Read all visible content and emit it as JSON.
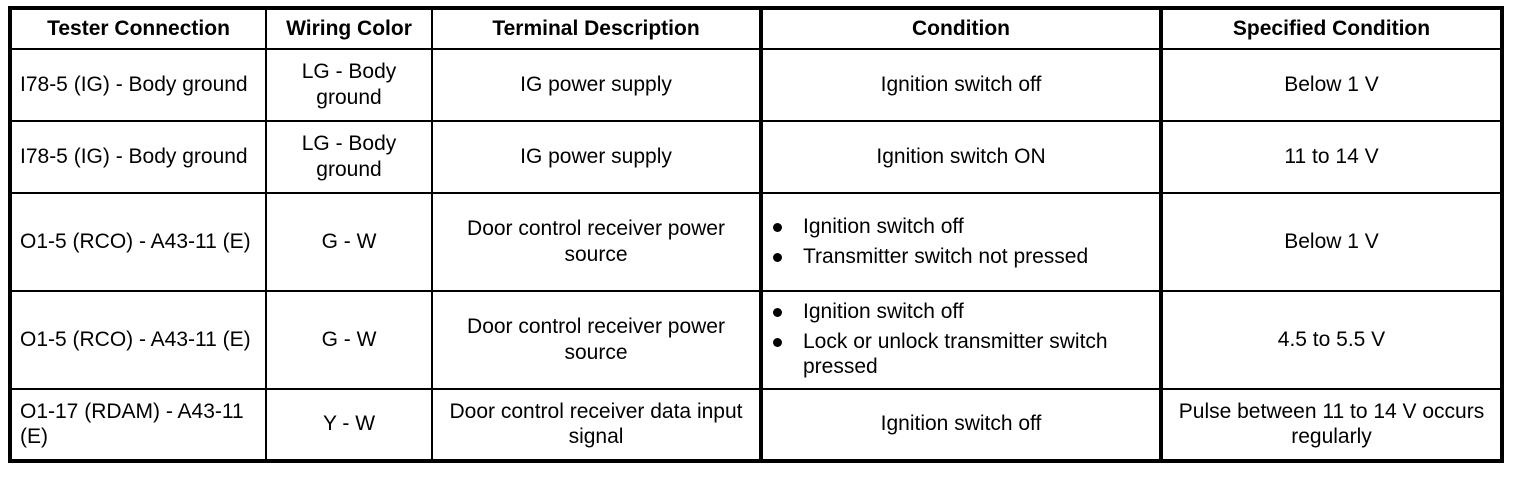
{
  "table": {
    "columns": [
      {
        "key": "tester_connection",
        "label": "Tester Connection"
      },
      {
        "key": "wiring_color",
        "label": "Wiring Color"
      },
      {
        "key": "terminal_description",
        "label": "Terminal Description"
      },
      {
        "key": "condition",
        "label": "Condition"
      },
      {
        "key": "specified_condition",
        "label": "Specified Condition"
      }
    ],
    "rows": [
      {
        "tester_connection": "I78-5 (IG) - Body ground",
        "wiring_color": "LG - Body ground",
        "terminal_description": "IG power supply",
        "condition": "Ignition switch off",
        "condition_bullets": [],
        "specified_condition": "Below 1 V"
      },
      {
        "tester_connection": "I78-5 (IG) - Body ground",
        "wiring_color": "LG - Body ground",
        "terminal_description": "IG power supply",
        "condition": "Ignition switch ON",
        "condition_bullets": [],
        "specified_condition": "11 to 14 V"
      },
      {
        "tester_connection": "O1-5 (RCO) - A43-11 (E)",
        "wiring_color": "G - W",
        "terminal_description": "Door control receiver power source",
        "condition": "",
        "condition_bullets": [
          "Ignition switch off",
          "Transmitter switch not pressed"
        ],
        "specified_condition": "Below 1 V"
      },
      {
        "tester_connection": "O1-5 (RCO) - A43-11 (E)",
        "wiring_color": "G - W",
        "terminal_description": "Door control receiver power source",
        "condition": "",
        "condition_bullets": [
          "Ignition switch off",
          "Lock or unlock transmitter switch pressed"
        ],
        "specified_condition": "4.5 to 5.5 V"
      },
      {
        "tester_connection": "O1-17 (RDAM) - A43-11 (E)",
        "wiring_color": "Y - W",
        "terminal_description": "Door control receiver data input signal",
        "condition": "Ignition switch off",
        "condition_bullets": [],
        "specified_condition": "Pulse between 11 to 14 V occurs regularly"
      }
    ]
  },
  "colors": {
    "border": "#000000",
    "text": "#000000",
    "background": "#ffffff"
  }
}
